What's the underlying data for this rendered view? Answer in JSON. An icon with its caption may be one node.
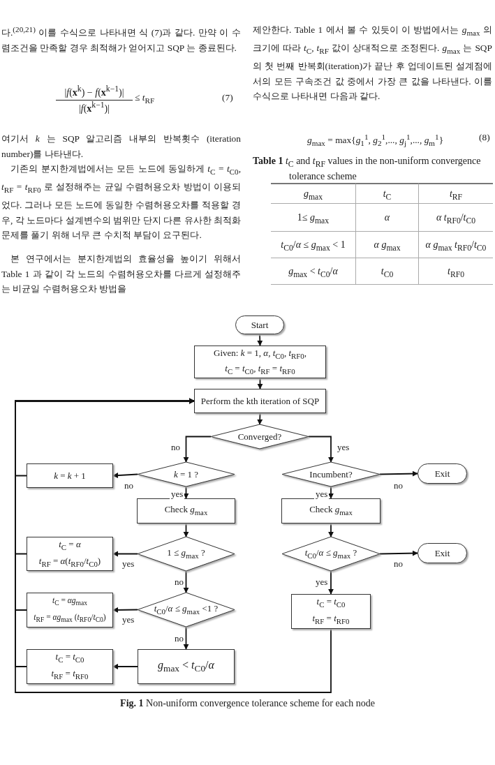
{
  "diagram": {
    "caption": "**Fig. 1** Non-uniform convergence tolerance scheme for each node",
    "nodes": [
      {
        "text": [
          "Start"
        ]
      },
      {
        "text": [
          "Given: *k* = 1,  *α*,  *t*$_{C0}$,  *t*$_{RF0}$,  *t*$_{C}$ = *t*$_{C0}$, *t*$_{RF}$ = *t*$_{RF0}$"
        ]
      },
      {
        "text": [
          "Perform the kth iteration of SQP"
        ]
      },
      {
        "text": [
          "Converged?"
        ]
      },
      {
        "text": [
          "*k* = *k* + 1"
        ]
      },
      {
        "text": [
          "*k* = 1 ?"
        ]
      },
      {
        "text": [
          "Incumbent?"
        ]
      },
      {
        "text": [
          "Exit"
        ]
      },
      {
        "text": [
          "Check *g*$_{max}$"
        ]
      },
      {
        "text": [
          "Check *g*$_{max}$"
        ]
      },
      {
        "text": [
          "*t*$_{C}$ = *α*",
          "*t*$_{RF}$ = *α*(*t*$_{RF0}$/*t*$_{C0}$)"
        ]
      },
      {
        "text": [
          "1 ≤ *g*$_{max}$ ?"
        ]
      },
      {
        "text": [
          "*t*$_{C0}$/*α* ≤ *g*$_{max}$ ?"
        ]
      },
      {
        "text": [
          "Exit"
        ]
      },
      {
        "text": [
          "*t*$_{C}$ = *αg*$_{max}$",
          "*t*$_{RF}$ = *αg*$_{max}$ (*t*$_{RF0}$/*t*$_{C0}$)"
        ]
      },
      {
        "text": [
          "*t*$_{C0}$/*α* ≤ *g*$_{max}$ <1 ?"
        ]
      },
      {
        "text": [
          "*t*$_{C}$ = *t*$_{C0}$",
          "*t*$_{RF}$ = *t*$_{RF0}$"
        ]
      },
      {
        "text": [
          "*t*$_{C}$ = *t*$_{C0}$",
          "*t*$_{RF}$ = *t*$_{RF0}$"
        ]
      },
      {
        "text": [
          "*g*$_{max}$ < *t*$_{C0}$/*α*"
        ]
      }
    ],
    "edges": [
      {
        "from": 0,
        "to": 1,
        "arrow": "to"
      },
      {
        "from": 1,
        "to": 2,
        "arrow": "to"
      },
      {
        "from": 2,
        "to": 3,
        "arrow": "to"
      },
      {
        "from": 3,
        "to": 5,
        "arrow": "to",
        "label": "no"
      },
      {
        "from": 3,
        "to": 6,
        "arrow": "to",
        "label": "yes"
      },
      {
        "from": 5,
        "to": 4,
        "arrow": "to",
        "label": "no"
      },
      {
        "from": 5,
        "to": 8,
        "arrow": "to",
        "label": "yes"
      },
      {
        "from": 4,
        "to": 2,
        "arrow": "to"
      },
      {
        "from": 6,
        "to": 7,
        "arrow": "to",
        "label": "no"
      },
      {
        "from": 6,
        "to": 9,
        "arrow": "to",
        "label": "yes"
      },
      {
        "from": 8,
        "to": 11,
        "arrow": "to"
      },
      {
        "from": 9,
        "to": 12,
        "arrow": "to"
      },
      {
        "from": 11,
        "to": 10,
        "arrow": "to",
        "label": "yes"
      },
      {
        "from": 11,
        "to": 15,
        "arrow": "to",
        "label": "no"
      },
      {
        "from": 12,
        "to": 13,
        "arrow": "to",
        "label": "no"
      },
      {
        "from": 12,
        "to": 16,
        "arrow": "to",
        "label": "yes"
      },
      {
        "from": 10,
        "to": 2,
        "arrow": "to"
      },
      {
        "from": 15,
        "to": 14,
        "arrow": "to",
        "label": "yes"
      },
      {
        "from": 15,
        "to": 18,
        "arrow": "to",
        "label": "no"
      },
      {
        "from": 14,
        "to": 2,
        "arrow": "to"
      },
      {
        "from": 18,
        "to": 17,
        "arrow": "to"
      },
      {
        "from": 17,
        "to": 2,
        "arrow": "to"
      },
      {
        "from": 16,
        "to": 2,
        "arrow": "to"
      }
    ],
    "labels": [
      "다.$^{(20,21)}$ 이를 수식으로 나타내면 식 (7)과 같다. 만약 이 수렴조건을 만족할 경우 최적해가 얻어지고 SQP 는 종료된다.",
      "|*f*(**x**$^{k}$) − *f*(**x**$^{k−1}$)|",
      "|*f*(**x**$^{k−1}$)|",
      "≤ *t*$_{RF}$",
      "(7)",
      "여기서 *k* 는 SQP 알고리즘 내부의 반복횟수 (iteration number)를 나타낸다.",
      "기존의 분지한계법에서는 모든 노드에 동일하게 *t*$_{C}$ = *t*$_{C0}$, *t*$_{RF}$ = *t*$_{RF0}$ 로 설정해주는 균일 수렴허용오차 방법이 이용되었다. 그러나 모든 노드에 동일한 수렴허용오차를 적용할 경우, 각 노드마다 설계변수의 범위만 단지 다른 유사한 최적화 문제를 풀기 위해 너무 큰 수치적 부담이 요구된다.",
      "본 연구에서는 분지한계법의 효율성을 높이기 위해서 Table 1 과 같이 각 노드의 수렴허용오차를 다르게 설정해주는 비균일 수렴허용오차 방법을",
      "제안한다. Table 1 에서 볼 수 있듯이 이 방법에서는 *g*$_{max}$ 의 크기에 따라 *t*$_{C}$, *t*$_{RF}$ 값이 상대적으로 조정된다. *g*$_{max}$ 는 SQP 의 첫 번째 반복회(iteration)가 끝난 후 업데이트된 설계점에서의 모든 구속조건 값 중에서 가장 큰 값을 나타낸다. 이를 수식으로 나타내면 다음과 같다.",
      "*g*$_{max}$ = max{*g*$_{1}$$^{1}$, *g*$_{2}$$^{1}$,..., *g*$_{j}$$^{1}$,..., *g*$_{m}$$^{1}$}",
      "(8)",
      "**Table 1** *t*$_{C}$ and *t*$_{RF}$ values in the non-uniform convergence tolerance scheme",
      "*g*$_{max}$",
      "*t*$_{C}$",
      "*t*$_{RF}$",
      "1≤ *g*$_{max}$",
      "*α*",
      "*α* *t*$_{RF0}$/*t*$_{C0}$",
      "*t*$_{C0}$/*α* ≤ *g*$_{max}$ < 1",
      "*α g*$_{max}$",
      "*α g*$_{max}$ *t*$_{RF0}$/*t*$_{C0}$",
      "*g*$_{max}$ < *t*$_{C0}$/*α*",
      "*t*$_{C0}$",
      "*t*$_{RF0}$"
    ]
  }
}
